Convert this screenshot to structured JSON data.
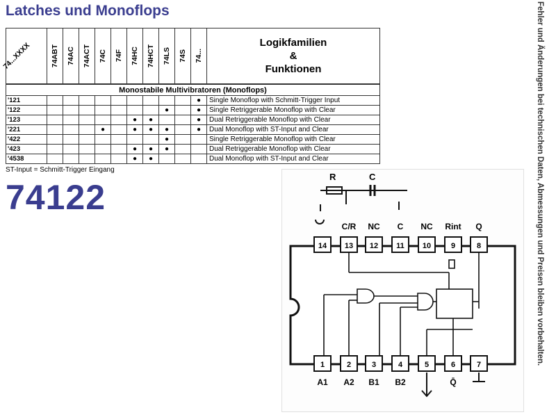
{
  "header": {
    "title": "Latches und Monoflops"
  },
  "sidebar": {
    "note": "Fehler und Änderungen bei technischen Daten, Abmessungen und Preisen bleiben vorbehalten."
  },
  "table": {
    "corner_label": "74...XXXX",
    "families": [
      "74ABT",
      "74AC",
      "74ACT",
      "74C",
      "74F",
      "74HC",
      "74HCT",
      "74LS",
      "74S",
      "74..."
    ],
    "logik_line1": "Logikfamilien",
    "logik_line2": "&",
    "logik_line3": "Funktionen",
    "section": "Monostabile Multivibratoren (Monoflops)",
    "dot": "●",
    "rows": [
      {
        "part": "'121",
        "dots": [
          false,
          false,
          false,
          false,
          false,
          false,
          false,
          false,
          false,
          true
        ],
        "desc": "Single Monoflop with Schmitt-Trigger Input"
      },
      {
        "part": "'122",
        "dots": [
          false,
          false,
          false,
          false,
          false,
          false,
          false,
          true,
          false,
          true
        ],
        "desc": "Single Retriggerable Monoflop with Clear"
      },
      {
        "part": "'123",
        "dots": [
          false,
          false,
          false,
          false,
          false,
          true,
          true,
          false,
          false,
          true
        ],
        "desc": "Dual Retriggerable Monoflop with Clear"
      },
      {
        "part": "'221",
        "dots": [
          false,
          false,
          false,
          true,
          false,
          true,
          true,
          true,
          false,
          true
        ],
        "desc": "Dual Monoflop with ST-Input and Clear"
      },
      {
        "part": "'422",
        "dots": [
          false,
          false,
          false,
          false,
          false,
          false,
          false,
          true,
          false,
          false
        ],
        "desc": "Single Retriggerable Monoflop with Clear"
      },
      {
        "part": "'423",
        "dots": [
          false,
          false,
          false,
          false,
          false,
          true,
          true,
          true,
          false,
          false
        ],
        "desc": "Dual Retriggerable Monoflop with Clear"
      },
      {
        "part": "'4538",
        "dots": [
          false,
          false,
          false,
          false,
          false,
          true,
          true,
          false,
          false,
          false
        ],
        "desc": "Dual Monoflop with ST-Input and Clear"
      }
    ]
  },
  "note": "ST-Input = Schmitt-Trigger Eingang",
  "part_number": "74122",
  "diagram": {
    "ext_r": "R",
    "ext_c": "C",
    "top_labels": [
      "C/R",
      "NC",
      "C",
      "NC",
      "Rint",
      "Q"
    ],
    "top_pins": [
      "14",
      "13",
      "12",
      "11",
      "10",
      "9",
      "8"
    ],
    "bottom_pins": [
      "1",
      "2",
      "3",
      "4",
      "5",
      "6",
      "7"
    ],
    "bottom_labels": [
      "A1",
      "A2",
      "B1",
      "B2",
      "Q̄"
    ]
  }
}
